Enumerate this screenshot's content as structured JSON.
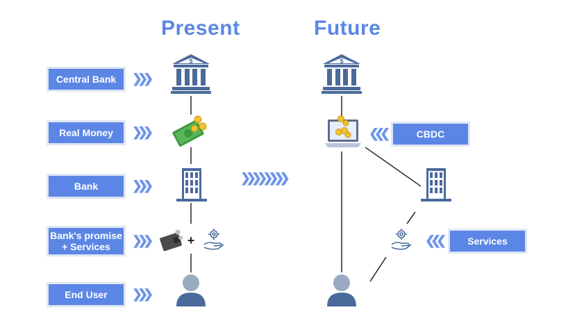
{
  "headings": {
    "present": "Present",
    "future": "Future"
  },
  "left_labels": [
    "Central Bank",
    "Real Money",
    "Bank",
    "Bank's promise\n+ Services",
    "End User"
  ],
  "right_labels": {
    "cbdc": "CBDC",
    "services": "Services"
  },
  "plus_sign": "+",
  "colors": {
    "accent": "#5b86e5",
    "icon": "#4a6a9b",
    "line": "#333333"
  },
  "icons": [
    "bank-building-icon",
    "cash-icon",
    "office-building-icon",
    "wallet-icon",
    "service-hand-icon",
    "user-icon",
    "laptop-coins-icon"
  ]
}
